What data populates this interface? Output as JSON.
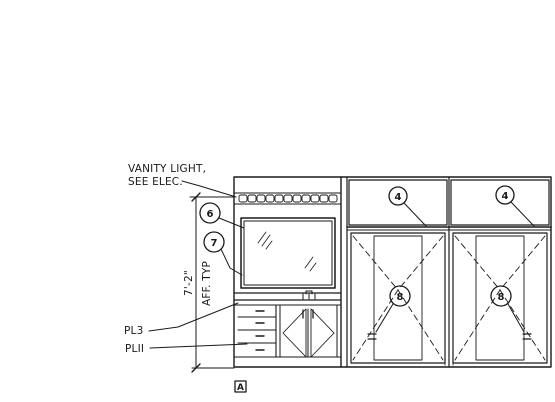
{
  "notes": {
    "vanity_line1": "VANITY LIGHT,",
    "vanity_line2": "SEE ELEC.",
    "pl3": "PL3",
    "pl11": "PLII",
    "dim_height": "7'-2\"",
    "dim_aff": "AFF. TYP",
    "elevation_mark": "A"
  },
  "tags": {
    "mirror": "6",
    "trim": "7",
    "cabinet_left": "4",
    "cabinet_right": "4",
    "door_left": "8",
    "door_right": "8"
  }
}
